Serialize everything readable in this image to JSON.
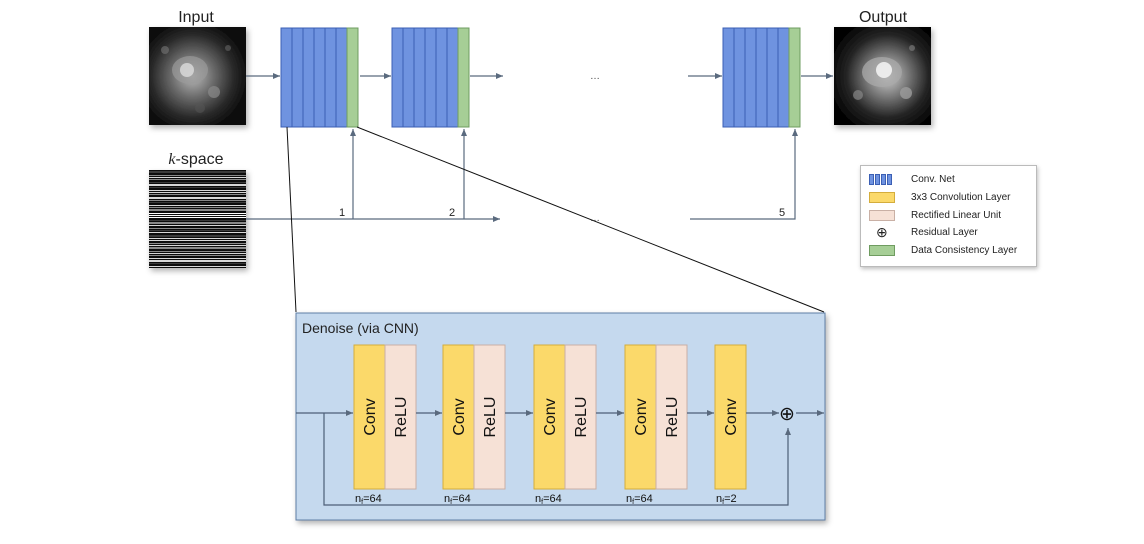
{
  "labels": {
    "input": "Input",
    "output": "Output",
    "kspace_k": "k",
    "kspace_rest": "-space",
    "ellipsis": "…"
  },
  "cascades": [
    {
      "index": "1"
    },
    {
      "index": "2"
    },
    {
      "index": "5"
    }
  ],
  "cnn": {
    "title": "Denoise (via CNN)",
    "blocks": [
      {
        "conv": "Conv",
        "relu": "ReLU",
        "nf_prefix": "n",
        "nf_sub": "f",
        "nf_value": "=64"
      },
      {
        "conv": "Conv",
        "relu": "ReLU",
        "nf_prefix": "n",
        "nf_sub": "f",
        "nf_value": "=64"
      },
      {
        "conv": "Conv",
        "relu": "ReLU",
        "nf_prefix": "n",
        "nf_sub": "f",
        "nf_value": "=64"
      },
      {
        "conv": "Conv",
        "relu": "ReLU",
        "nf_prefix": "n",
        "nf_sub": "f",
        "nf_value": "=64"
      },
      {
        "conv": "Conv",
        "relu": "",
        "nf_prefix": "n",
        "nf_sub": "f",
        "nf_value": "=2"
      }
    ],
    "residual_symbol": "⊕"
  },
  "legend": {
    "items": [
      {
        "label": "Conv. Net",
        "icon": "conv-net-icon"
      },
      {
        "label": "3x3 Convolution Layer",
        "icon": "conv-layer-swatch"
      },
      {
        "label": "Rectified Linear Unit",
        "icon": "relu-swatch"
      },
      {
        "label": "Residual Layer",
        "icon": "residual-icon",
        "symbol": "⊕"
      },
      {
        "label": "Data Consistency Layer",
        "icon": "data-consistency-swatch"
      }
    ]
  },
  "colors": {
    "conv_net_blue": "#6f93e0",
    "conv_layer_yellow": "#fbd96a",
    "relu_pink": "#f6e1d6",
    "data_consistency_green": "#a6ce96",
    "cnn_panel_blue": "#c5d9ee",
    "arrow": "#5a6a7e"
  }
}
